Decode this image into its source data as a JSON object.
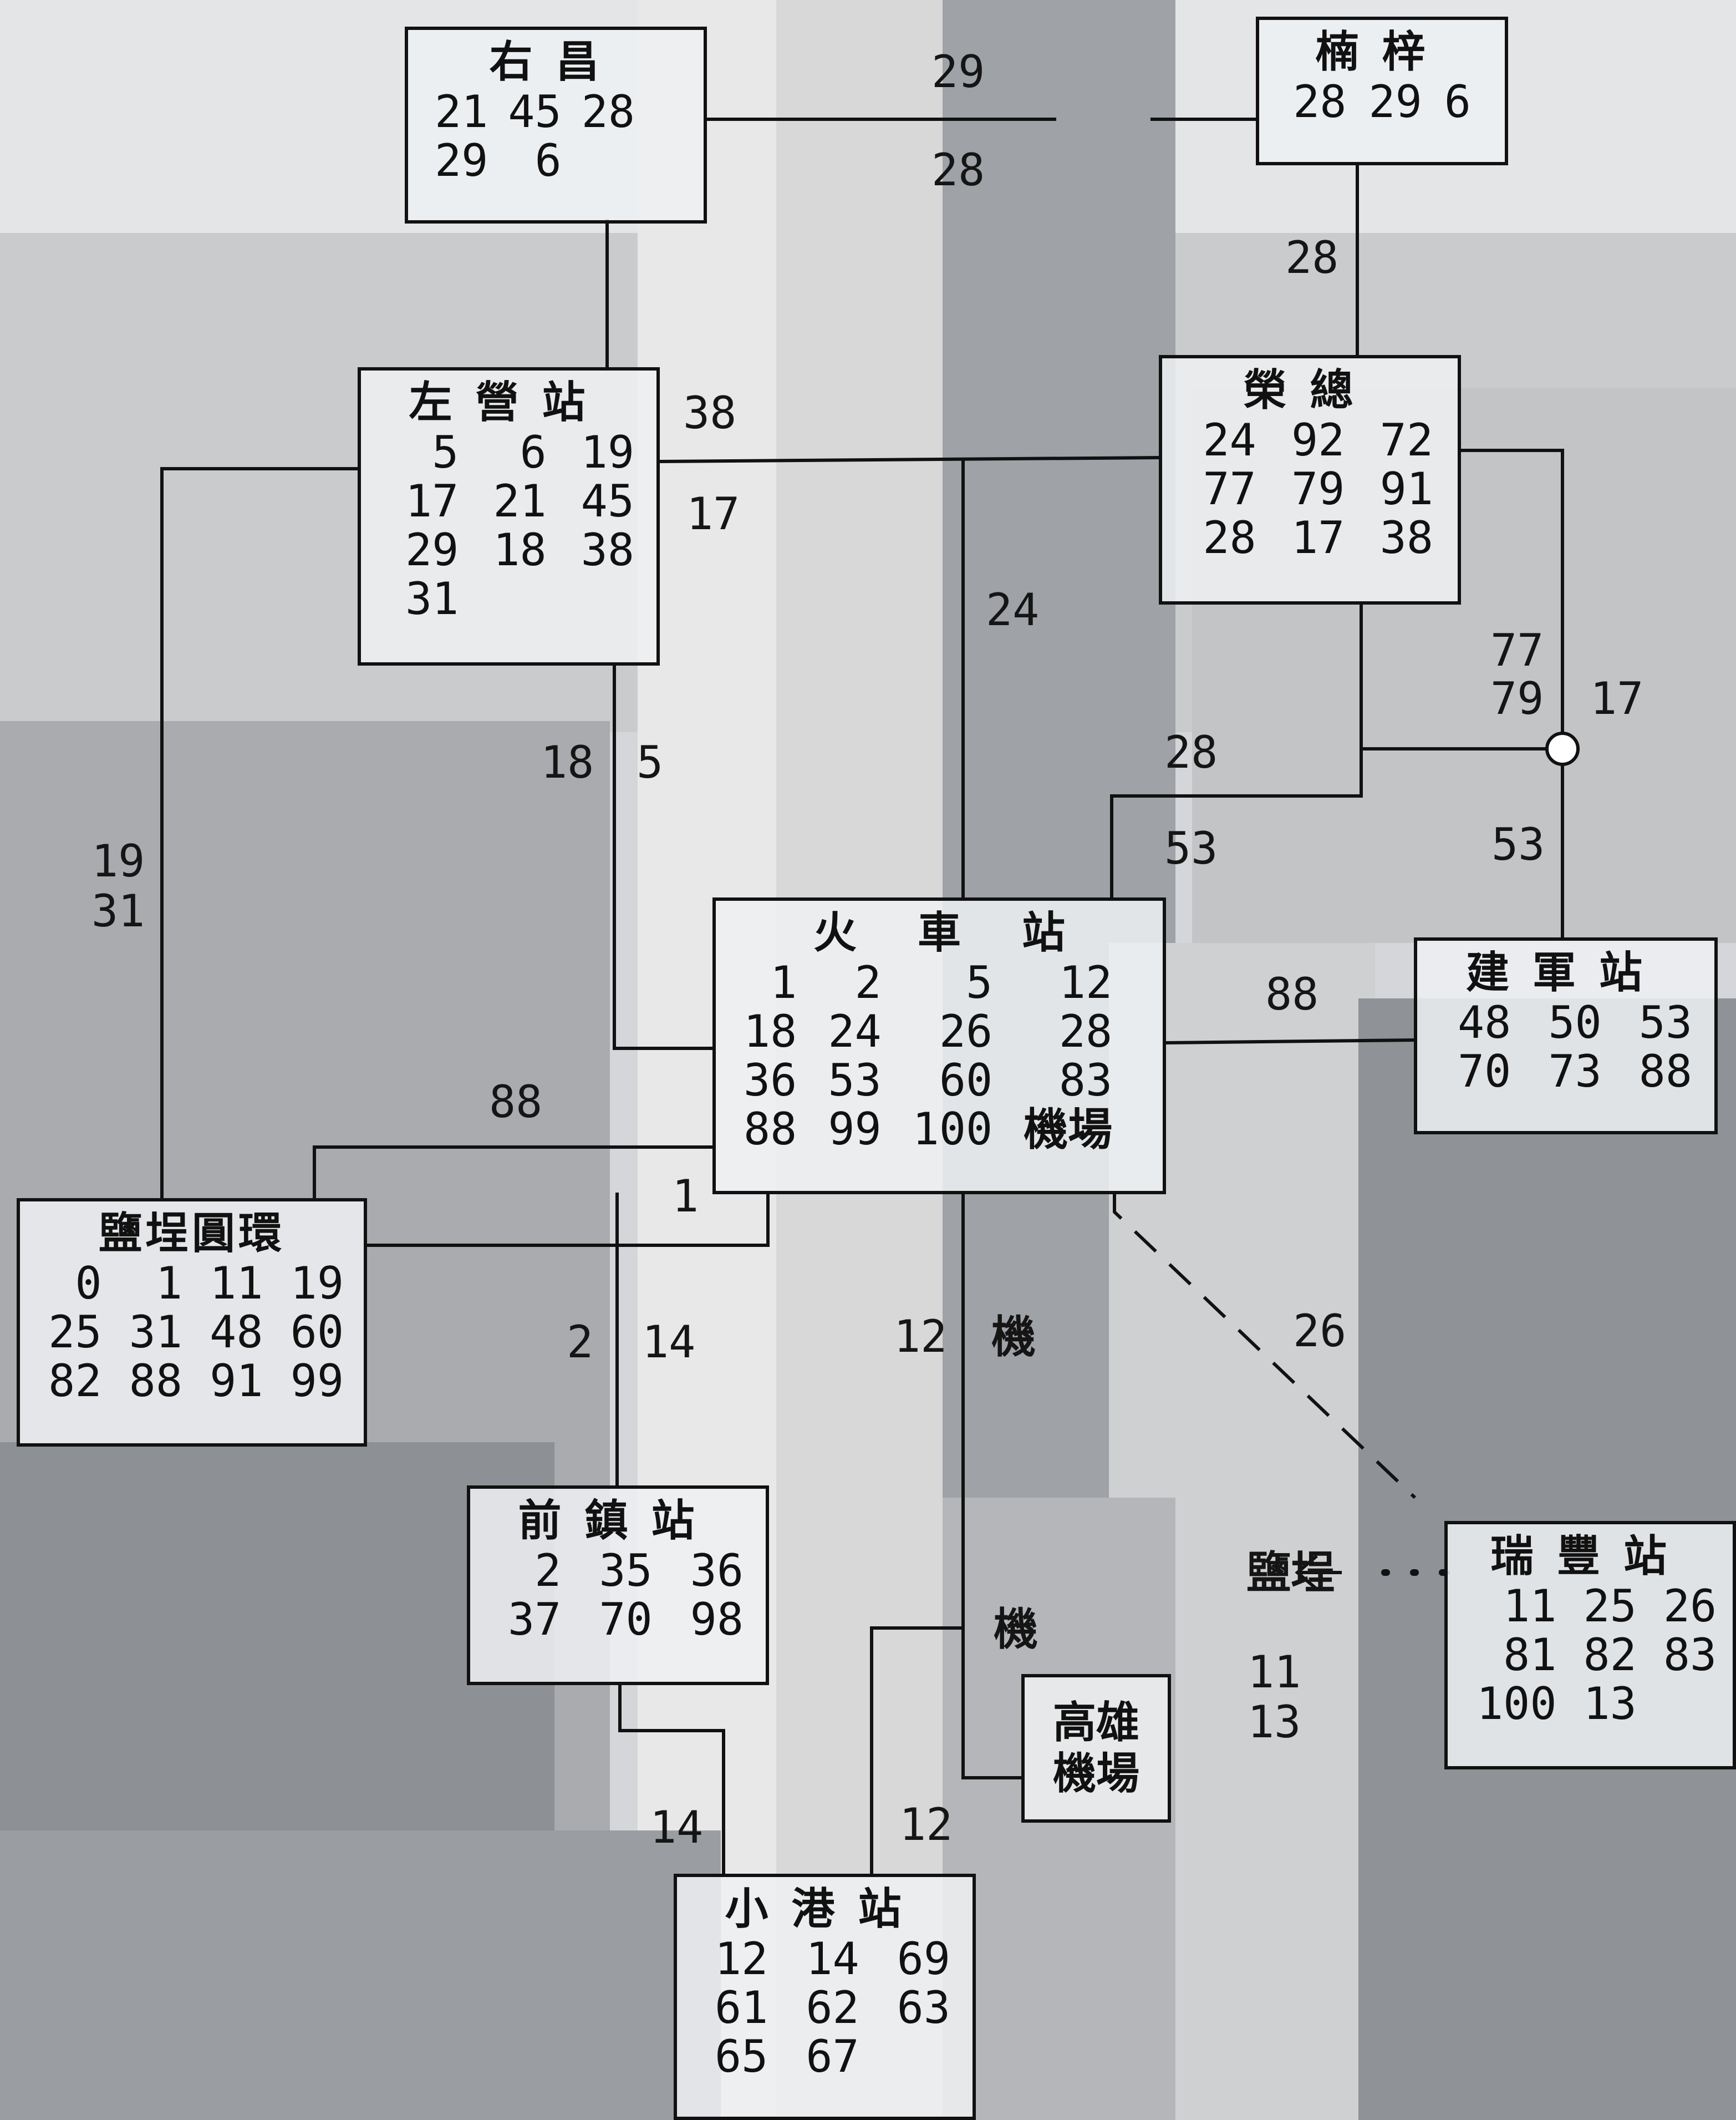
{
  "colors": {
    "line": "#111111",
    "text": "#151515",
    "box_fill": "#eef0f2"
  },
  "stations": {
    "youchang": {
      "name": "右昌",
      "routes": [
        "21",
        "45",
        "28",
        "29",
        "6"
      ]
    },
    "nanzi": {
      "name": "楠梓",
      "routes": [
        "28",
        "29",
        "6"
      ]
    },
    "zuoying": {
      "name": "左營站",
      "routes": [
        "5",
        "6",
        "19",
        "17",
        "21",
        "45",
        "29",
        "18",
        "38",
        "31"
      ]
    },
    "ronghe": {
      "name": "榮總",
      "routes": [
        "24",
        "92",
        "72",
        "77",
        "79",
        "91",
        "28",
        "17",
        "38"
      ]
    },
    "train": {
      "name": "火車站",
      "routes": [
        "1",
        "2",
        "5",
        "12",
        "18",
        "24",
        "26",
        "28",
        "36",
        "53",
        "60",
        "83",
        "88",
        "99",
        "100",
        "機場"
      ]
    },
    "jianjun": {
      "name": "建軍站",
      "routes": [
        "48",
        "50",
        "53",
        "70",
        "73",
        "88"
      ]
    },
    "yancheng": {
      "name": "鹽埕圓環",
      "routes": [
        "0",
        "1",
        "11",
        "19",
        "25",
        "31",
        "48",
        "60",
        "82",
        "88",
        "91",
        "99"
      ]
    },
    "qianzhen": {
      "name": "前鎮站",
      "routes": [
        "2",
        "35",
        "36",
        "37",
        "70",
        "98"
      ]
    },
    "airport": {
      "name": "高雄機場"
    },
    "ruifeng": {
      "name": "瑞豐站",
      "routes": [
        "11",
        "25",
        "26",
        "81",
        "82",
        "83",
        "100",
        "13"
      ]
    },
    "xiaogang": {
      "name": "小港站",
      "routes": [
        "12",
        "14",
        "69",
        "61",
        "62",
        "63",
        "65",
        "67"
      ]
    }
  },
  "edges": {
    "youchang_nanzi": [
      "29",
      "28"
    ],
    "nanzi_ronghe": "28",
    "zuoying_ronghe": [
      "38",
      "17"
    ],
    "ronghe_train_24": "24",
    "ronghe_jianjun": [
      "77",
      "79",
      "17"
    ],
    "ronghe_train_28": "28",
    "train_53_left": "53",
    "jianjun_53": "53",
    "zuoying_train": [
      "18",
      "5"
    ],
    "zuoying_yancheng": [
      "19",
      "31"
    ],
    "train_jianjun": "88",
    "train_yancheng_88": "88",
    "train_yancheng_1": "1",
    "train_qianzhen": [
      "2",
      "14"
    ],
    "train_airport": [
      "12",
      "機",
      "機"
    ],
    "train_ruifeng": "26",
    "qianzhen_xiaogang": "14",
    "airport_xiaogang": "12",
    "ruifeng_yancheng": {
      "dest": "鹽埕",
      "routes": [
        "11",
        "13"
      ]
    }
  }
}
